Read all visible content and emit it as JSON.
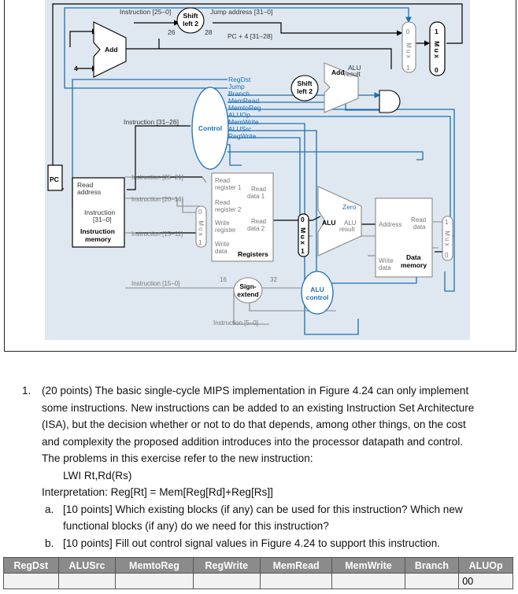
{
  "diagram": {
    "labels": {
      "instr_25_0": "Instruction [25–0]",
      "jump_addr": "Jump address [31–0]",
      "shift_left_2_top_a": "Shift",
      "shift_left_2_top_b": "left 2",
      "bits_26": "26",
      "bits_28": "28",
      "pc4": "PC + 4 [31–28]",
      "add": "Add",
      "four": "4",
      "alu_top_add": "Add",
      "alu_result_a": "ALU",
      "alu_result_b": "result",
      "shift_left_2_mid_a": "Shift",
      "shift_left_2_mid_b": "left 2",
      "instr_31_26": "Instruction [31–26]",
      "control": "Control",
      "pc": "PC",
      "read_address": "Read",
      "read_address_b": "address",
      "instruction_31_0_a": "Instruction",
      "instruction_31_0_b": "[31–0]",
      "instruction_memory_a": "Instruction",
      "instruction_memory_b": "memory",
      "instr_25_21": "Instruction [25–21]",
      "instr_20_16": "Instruction [20–16]",
      "instr_15_11": "Instruction [15–11]",
      "instr_15_0": "Instruction [15–0]",
      "instr_5_0": "Instruction [5–0]",
      "read_reg1_a": "Read",
      "read_reg1_b": "register 1",
      "read_reg2_a": "Read",
      "read_reg2_b": "register 2",
      "write_reg_a": "Write",
      "write_reg_b": "register",
      "write_data_a": "Write",
      "write_data_b": "data",
      "registers": "Registers",
      "read_data1_a": "Read",
      "read_data1_b": "data 1",
      "read_data2_a": "Read",
      "read_data2_b": "data 2",
      "bits_16": "16",
      "bits_32": "32",
      "sign_extend_a": "Sign-",
      "sign_extend_b": "extend",
      "alu": "ALU",
      "zero": "Zero",
      "alu_main_result_a": "ALU",
      "alu_main_result_b": "result",
      "alu_control_a": "ALU",
      "alu_control_b": "control",
      "address": "Address",
      "read_data_mem_a": "Read",
      "read_data_mem_b": "data",
      "write_data_mem_a": "Write",
      "write_data_mem_b": "data",
      "data_memory_a": "Data",
      "data_memory_b": "memory",
      "mux": "M u x",
      "zero_in": "0",
      "one_in": "1"
    },
    "control_signals": [
      "RegDst",
      "Jump",
      "Branch",
      "MemRead",
      "MemtoReg",
      "ALUOp",
      "MemWrite",
      "ALUSrc",
      "RegWrite"
    ],
    "colors": {
      "control": "#1d6fb6",
      "datapath": "#000000",
      "grey": "#888888",
      "background": "#dfe8f0"
    }
  },
  "question": {
    "number": "1.",
    "lines": [
      "(20 points) The basic single-cycle MIPS implementation in Figure 4.24 can only implement",
      "some instructions. New instructions can be added to an existing Instruction Set Architecture",
      "(ISA), but the decision whether or not to do that depends, among other things, on the cost",
      "and complexity the proposed addition introduces into the processor datapath and control.",
      "The problems in this exercise refer to the new instruction:"
    ],
    "instruction": "LWI Rt,Rd(Rs)",
    "interpretation": "Interpretation: Reg[Rt] = Mem[Reg[Rd]+Reg[Rs]]",
    "part_a_label": "a.",
    "part_a_lines": [
      "[10 points] Which existing blocks (if any) can be used for this instruction? Which new",
      "functional blocks (if any) do we need for this instruction?"
    ],
    "part_b_label": "b.",
    "part_b": "[10 points] Fill out control signal values in Figure 4.24 to support this instruction."
  },
  "table": {
    "headers": [
      "RegDst",
      "ALUSrc",
      "MemtoReg",
      "RegWrite",
      "MemRead",
      "MemWrite",
      "Branch",
      "ALUOp"
    ],
    "row": [
      "",
      "",
      "",
      "",
      "",
      "",
      "",
      "00"
    ]
  }
}
